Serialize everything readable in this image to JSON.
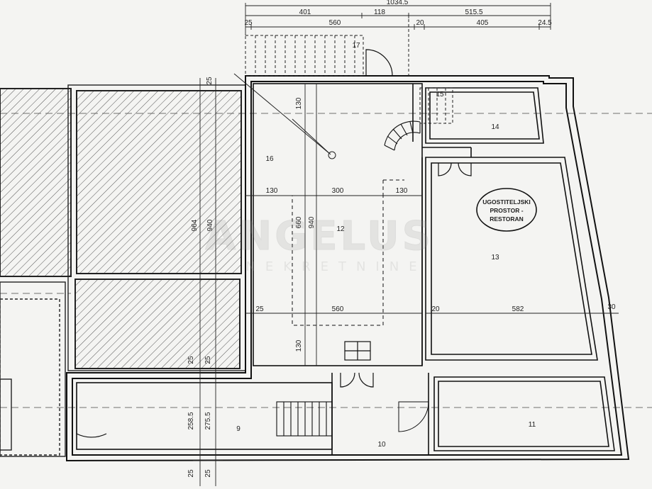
{
  "top_dimensions": {
    "total": "1034.5",
    "row1": [
      "401",
      "118",
      "515.5"
    ],
    "row2": [
      "25",
      "560",
      "20",
      "405",
      "24.5"
    ]
  },
  "rooms": {
    "r9": "9",
    "r10": "10",
    "r11": "11",
    "r12": "12",
    "r13": "13",
    "r14": "14",
    "r15": "15",
    "r16": "16",
    "r17": "17"
  },
  "restaurant_label": {
    "line1": "UGOSTITELJSKI",
    "line2": "PROSTOR -",
    "line3": "RESTORAN"
  },
  "room12_dimensions": {
    "top_130": "130",
    "w_left": "130",
    "w_mid": "300",
    "w_right": "130",
    "h_660": "660",
    "h_940": "940",
    "d_25": "25",
    "d_560": "560",
    "bottom_130": "130"
  },
  "room13_dimensions": {
    "d_20": "20",
    "d_582": "582",
    "d_30": "30"
  },
  "left_dimensions": {
    "top_25": "25",
    "v_964": "964",
    "v_940": "940",
    "mid_25a": "25",
    "mid_25b": "25",
    "v_2585": "258.5",
    "v_2755": "275.5",
    "bot_25a": "25",
    "bot_25b": "25"
  },
  "watermark": {
    "brand": "ANGELUS",
    "sub": "NEKRETNINE"
  }
}
